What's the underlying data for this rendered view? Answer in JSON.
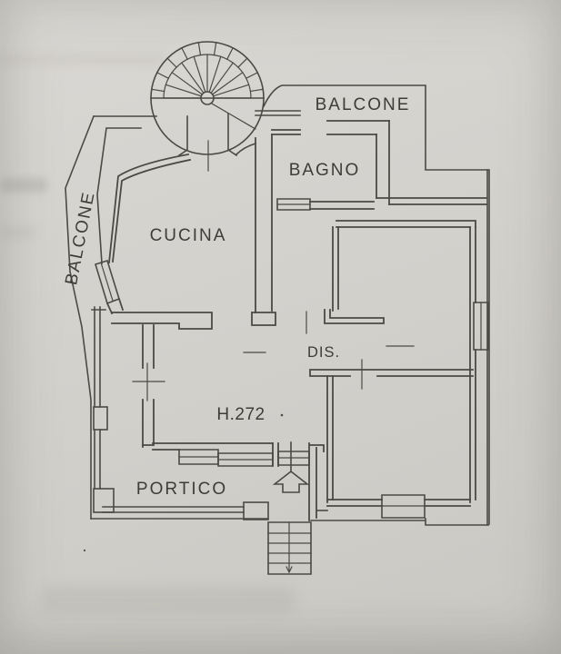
{
  "plan": {
    "type": "floor-plan",
    "labels": {
      "balcone_left": "BALCONE",
      "balcone_top": "BALCONE",
      "bagno": "BAGNO",
      "cucina": "CUCINA",
      "dis": "DIS.",
      "height_note": "H.272",
      "portico": "PORTICO"
    },
    "colors": {
      "paper": "#d3d1cc",
      "ink": "#4b4a44",
      "label_ink": "#3d3d37"
    },
    "floor_features": [
      "spiral staircase",
      "left balcony",
      "top balcony",
      "portico with columns",
      "exterior entrance steps",
      "entrance arrow"
    ]
  }
}
